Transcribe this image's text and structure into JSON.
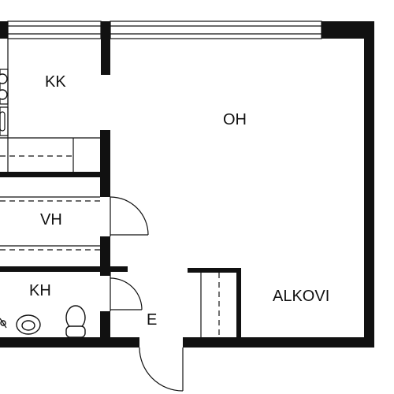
{
  "rooms": {
    "kk": "KK",
    "oh": "OH",
    "vh": "VH",
    "kh": "KH",
    "e": "E",
    "alkovi": "ALKOVI"
  },
  "colors": {
    "wall": "#111111",
    "background": "#ffffff"
  },
  "icons": [
    "stove-icon",
    "sink-icon",
    "toilet-icon",
    "washbasin-icon",
    "shower-icon",
    "door-swing-icon",
    "window-icon"
  ]
}
